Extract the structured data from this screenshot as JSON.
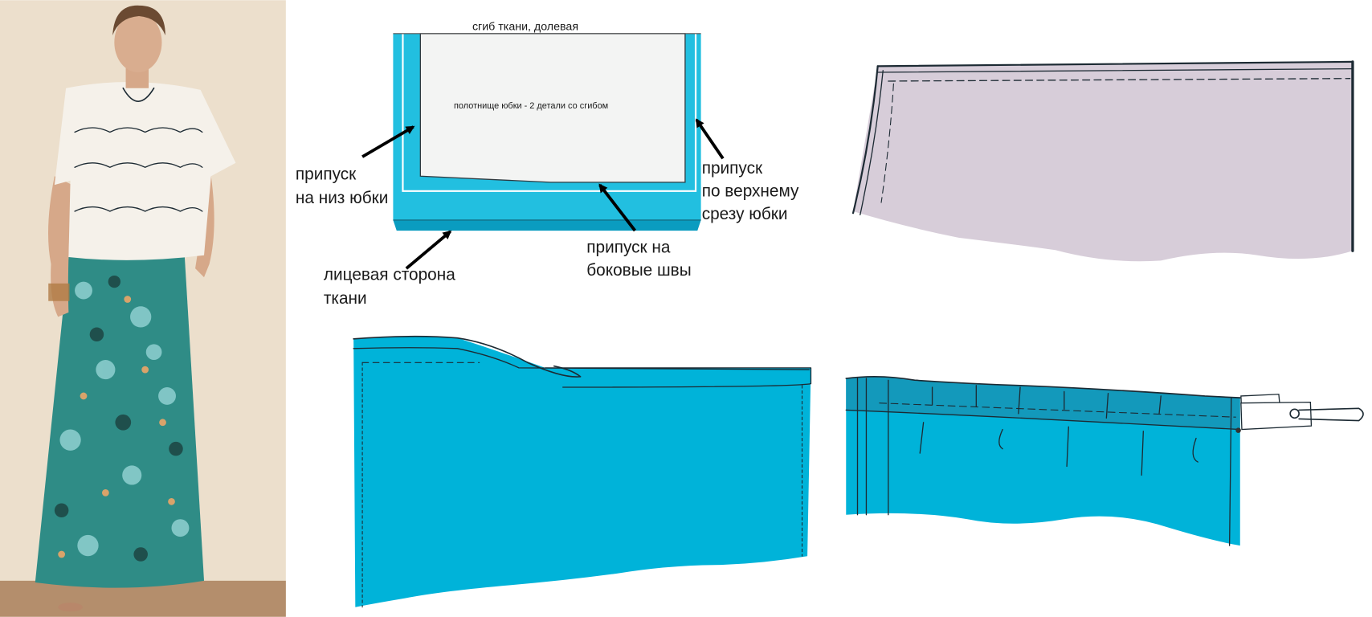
{
  "colors": {
    "fabric_blue": "#00b3d9",
    "fabric_blue_dark": "#0a9cc0",
    "lining_lilac": "#d7cdd9",
    "photo_background": "#ecdfcc",
    "skirt_teal": "#2f8c86"
  },
  "photo": {
    "subject": "model-in-lace-top-and-maxi-skirt"
  },
  "cutting_diagram": {
    "fold_label": "сгиб ткани, долевая",
    "panel_label": "полотнище юбки - 2 детали со сгибом",
    "hem_allowance": [
      "припуск",
      "на низ юбки"
    ],
    "waist_allowance": [
      "припуск",
      "по верхнему",
      "срезу юбки"
    ],
    "side_seam_allowance": [
      "припуск на",
      "боковые швы"
    ],
    "right_side": [
      "лицевая сторона",
      "ткани"
    ]
  },
  "steps": [
    {
      "name": "sewn-side-seam-panel",
      "icon": "lilac-panel"
    },
    {
      "name": "folded-waist-casing",
      "icon": "blue-panel-fold"
    },
    {
      "name": "elastic-threaded-with-pin",
      "icon": "safety-pin"
    }
  ]
}
